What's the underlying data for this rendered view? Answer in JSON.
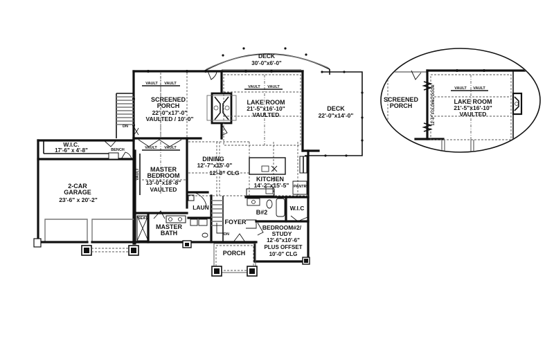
{
  "plan": {
    "rooms": [
      {
        "id": "deck-top",
        "name": "DECK",
        "dims": "30'-0\"x6'-0\""
      },
      {
        "id": "screened-porch",
        "name1": "SCREENED",
        "name2": "PORCH",
        "dims": "22'-0\"x17'-0\"",
        "note": "VAULTED / 10'-0\""
      },
      {
        "id": "lake-room",
        "name": "LAKE ROOM",
        "dims": "21'-5\"x16'-10\"",
        "note": "VAULTED"
      },
      {
        "id": "deck-side",
        "name": "DECK",
        "dims": "22'-0\"x14'-0\""
      },
      {
        "id": "wic-garage",
        "name": "W.I.C.",
        "dims": "17'-6\" x 4'-8\""
      },
      {
        "id": "garage",
        "name1": "2-CAR",
        "name2": "GARAGE",
        "dims": "23'-6\" x 20'-2\""
      },
      {
        "id": "master-bedroom",
        "name1": "MASTER",
        "name2": "BEDROOM",
        "dims": "13'-0\"x18'-8\"",
        "note": "VAULTED"
      },
      {
        "id": "dining",
        "name": "DINING",
        "dims": "12'-7\"x15'-0\"",
        "note": "12'-0\" CLG"
      },
      {
        "id": "kitchen",
        "name": "KITCHEN",
        "dims": "14'-2\"x15'-5\""
      },
      {
        "id": "laundry",
        "name": "LAUN"
      },
      {
        "id": "master-bath",
        "name1": "MASTER",
        "name2": "BATH"
      },
      {
        "id": "foyer",
        "name": "FOYER"
      },
      {
        "id": "bath-2",
        "name": "B#2"
      },
      {
        "id": "wic-bed2",
        "name": "W.I.C"
      },
      {
        "id": "bedroom-2",
        "name1": "BEDROOM#2/",
        "name2": "STUDY",
        "dims": "12'-6\"x10'-6\"",
        "note1": "PLUS OFFSET",
        "note2": "10'-0\" CLG"
      },
      {
        "id": "porch",
        "name": "PORCH"
      }
    ],
    "annotations": {
      "vault": "VAULT",
      "bench": "BENCH",
      "seat": "SEAT",
      "pantry": "PANTRY",
      "down": "DN"
    }
  },
  "inset": {
    "screened_porch_1": "SCREENED",
    "screened_porch_2": "PORCH",
    "lake_room": "LAKE ROOM",
    "lake_room_dims": "21'-5\"x16'-10\"",
    "lake_room_note": "VAULTED",
    "folding_door": "12'-0\" FOLDING DOOR",
    "vault": "VAULT"
  }
}
